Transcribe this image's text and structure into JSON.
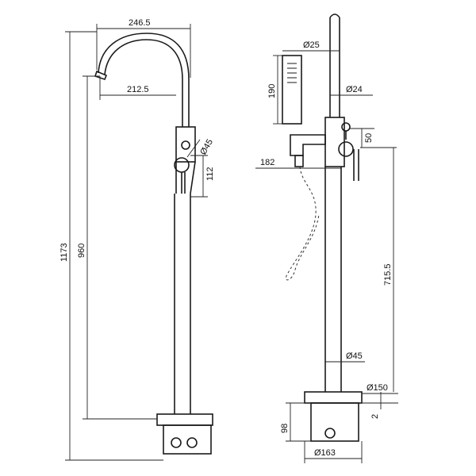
{
  "left_view": {
    "dims": {
      "spout_reach": "246.5",
      "spout_outlet": "212.5",
      "handle_dia": "Ø45",
      "handle_height": "112",
      "outlet_height": "960",
      "overall_height": "1173"
    }
  },
  "right_view": {
    "dims": {
      "shower_dia": "Ø25",
      "shower_length": "190",
      "column_top_dia": "Ø24",
      "diverter_offset": "50",
      "hose_offset": "182",
      "body_height": "715.5",
      "column_dia": "Ø45",
      "base_dia": "Ø150",
      "base_step": "2",
      "box_height": "98",
      "box_dia": "Ø163"
    }
  }
}
